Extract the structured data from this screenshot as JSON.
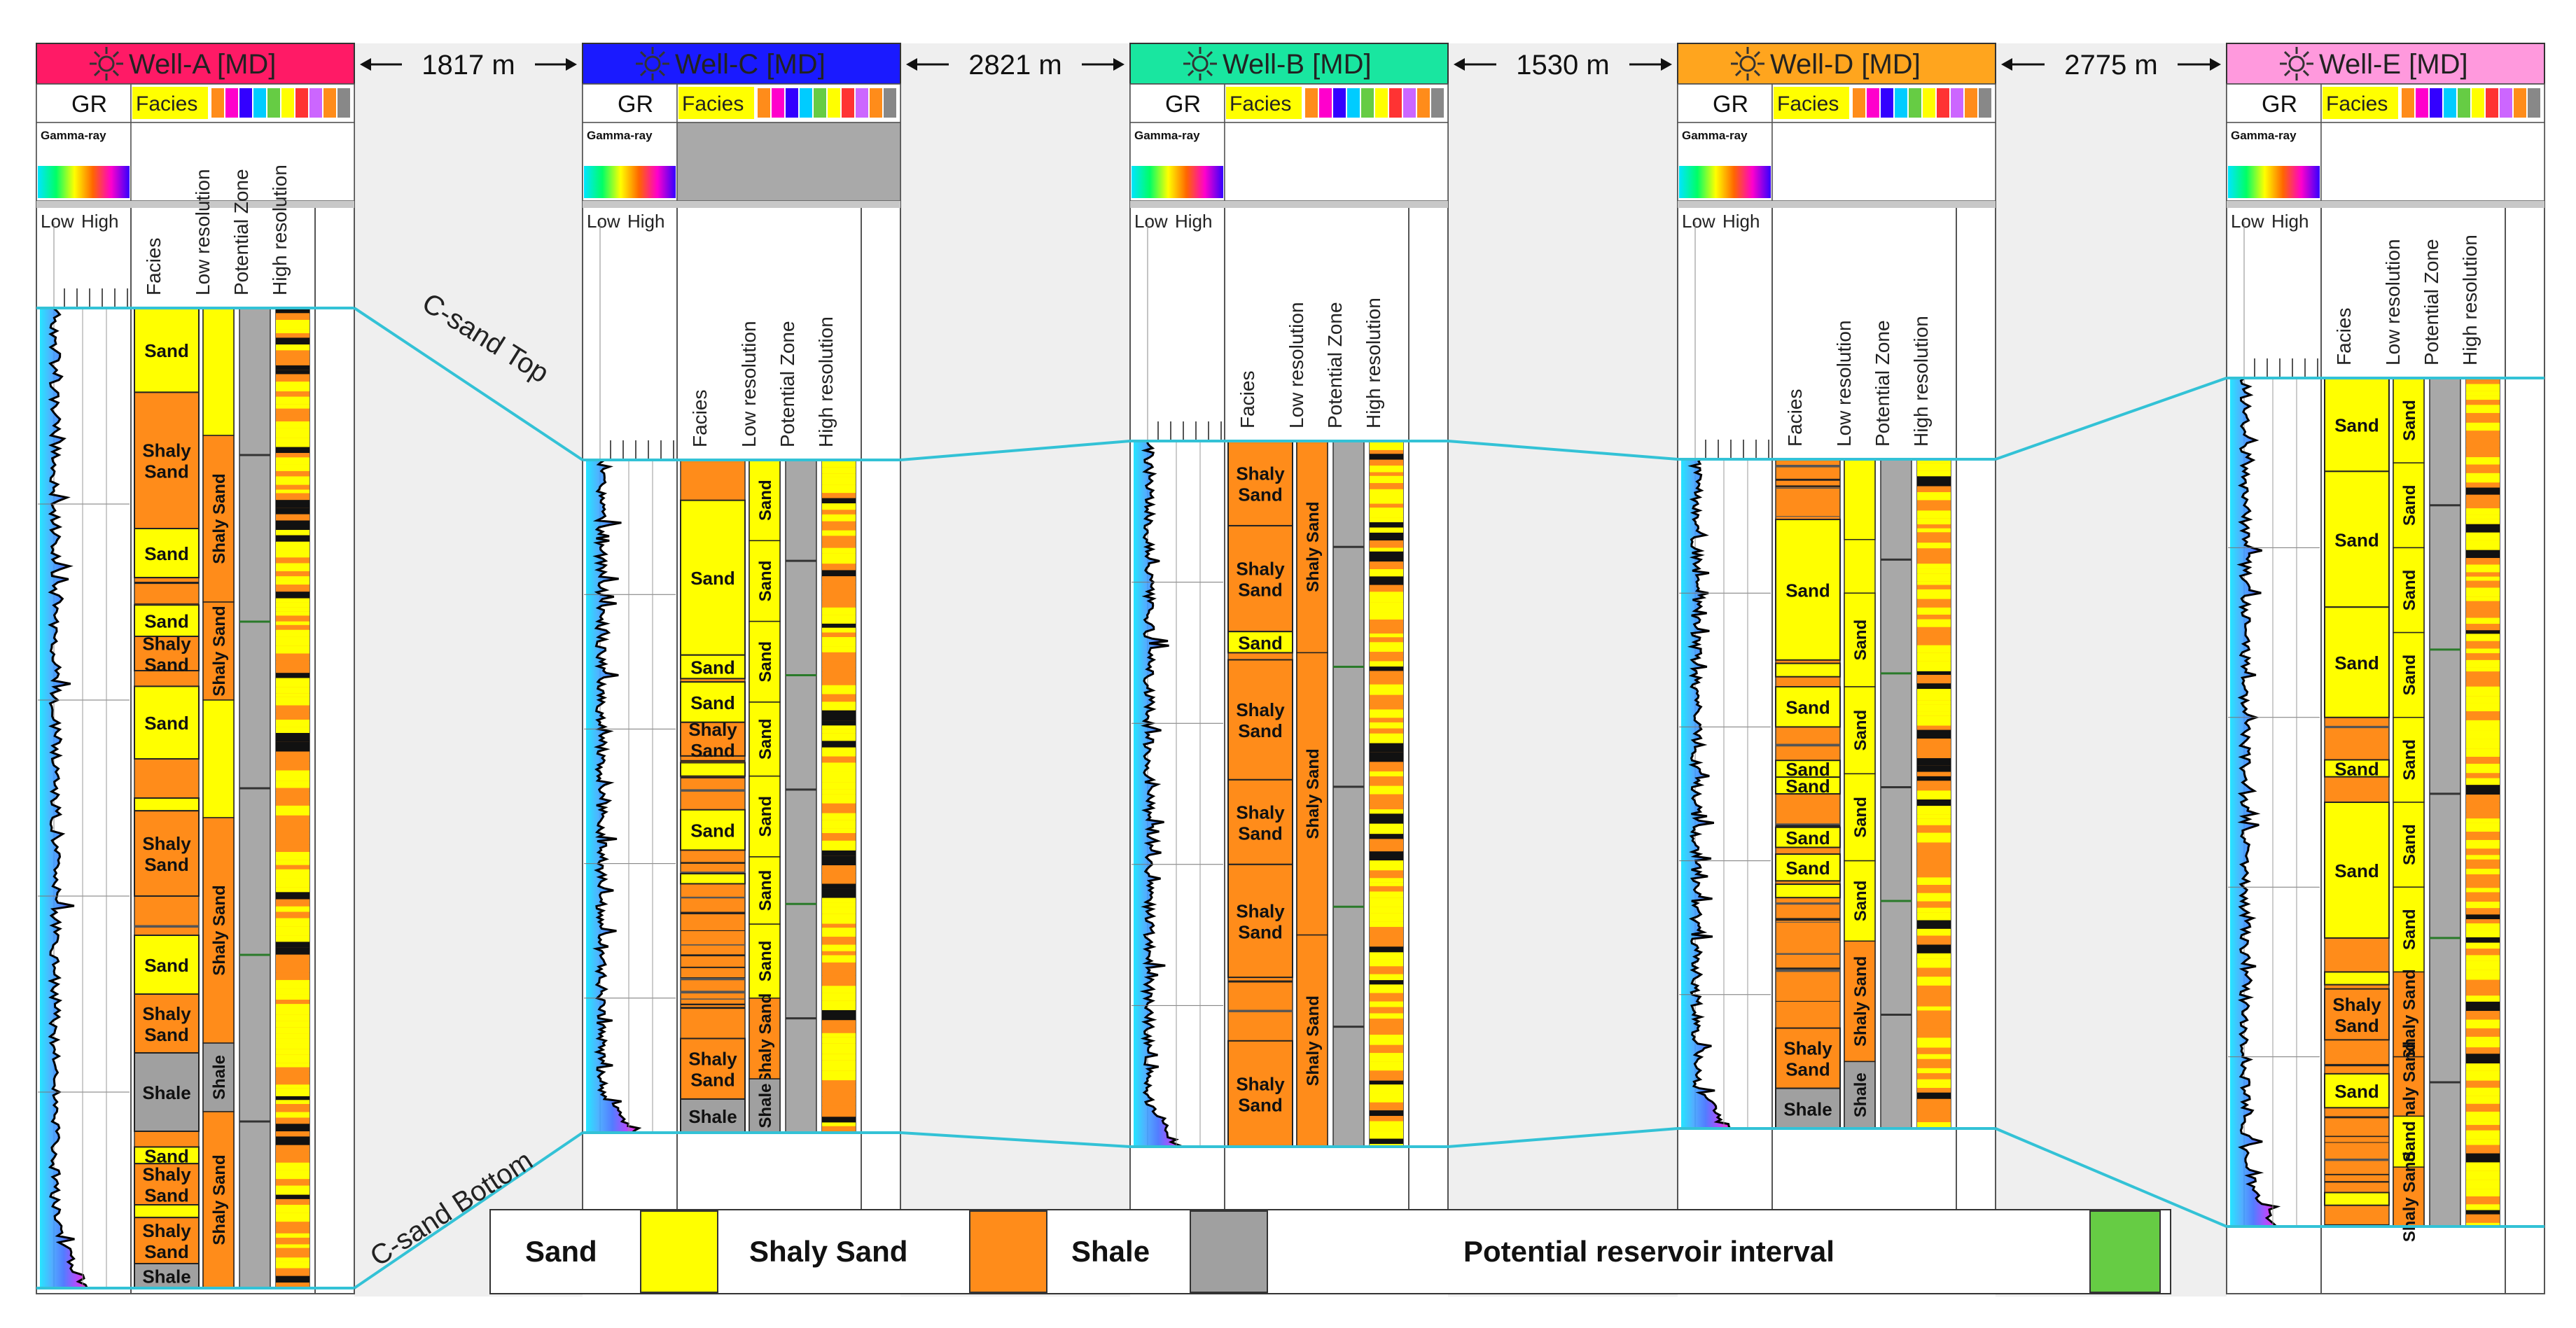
{
  "wells": [
    {
      "title": "Well-A [MD]",
      "header_color": "#ff1a66",
      "gr_label": "GR",
      "facies_label": "Facies",
      "gamma_label": "Gamma-ray",
      "scale_low": "Low",
      "scale_high": "High",
      "track_labels": [
        "Facies",
        "Low resolution",
        "Potential Zone",
        "High resolution"
      ],
      "facies": [
        {
          "name": "Sand",
          "top": 0.0,
          "bottom": 0.086
        },
        {
          "name": "Shaly Sand",
          "top": 0.086,
          "bottom": 0.225
        },
        {
          "name": "Sand",
          "top": 0.225,
          "bottom": 0.275
        },
        {
          "name": "Sand",
          "top": 0.303,
          "bottom": 0.335
        },
        {
          "name": "Shaly Sand",
          "top": 0.335,
          "bottom": 0.37
        },
        {
          "name": "Sand",
          "top": 0.386,
          "bottom": 0.46
        },
        {
          "name": "Sand",
          "top": 0.5,
          "bottom": 0.513
        },
        {
          "name": "Shaly Sand",
          "top": 0.513,
          "bottom": 0.6
        },
        {
          "name": "Sand",
          "top": 0.64,
          "bottom": 0.7
        },
        {
          "name": "Shaly Sand",
          "top": 0.7,
          "bottom": 0.76
        },
        {
          "name": "Shale",
          "top": 0.76,
          "bottom": 0.84
        },
        {
          "name": "Sand",
          "top": 0.856,
          "bottom": 0.873
        },
        {
          "name": "Shaly Sand",
          "top": 0.873,
          "bottom": 0.915
        },
        {
          "name": "Sand",
          "top": 0.915,
          "bottom": 0.928
        },
        {
          "name": "Shaly Sand",
          "top": 0.928,
          "bottom": 0.975
        },
        {
          "name": "Shale",
          "top": 0.975,
          "bottom": 1.0
        }
      ],
      "lowres": [
        {
          "name": "",
          "top": 0.0,
          "bottom": 0.13
        },
        {
          "name": "Shaly Sand",
          "top": 0.13,
          "bottom": 0.3
        },
        {
          "name": "Shaly Sand",
          "top": 0.3,
          "bottom": 0.4
        },
        {
          "name": "",
          "top": 0.4,
          "bottom": 0.52
        },
        {
          "name": "Shaly Sand",
          "top": 0.52,
          "bottom": 0.75
        },
        {
          "name": "Shale",
          "top": 0.75,
          "bottom": 0.82
        },
        {
          "name": "Shaly Sand",
          "top": 0.82,
          "bottom": 1.0
        }
      ]
    },
    {
      "title": "Well-C [MD]",
      "header_color": "#1a1aff",
      "gr_label": "GR",
      "facies_label": "Facies",
      "gamma_label": "Gamma-ray",
      "scale_low": "Low",
      "scale_high": "High",
      "track_labels": [
        "Facies",
        "Low resolution",
        "Potential Zone",
        "High resolution"
      ],
      "facies": [
        {
          "name": "Sand",
          "top": 0.06,
          "bottom": 0.29
        },
        {
          "name": "Sand",
          "top": 0.29,
          "bottom": 0.325
        },
        {
          "name": "Sand",
          "top": 0.33,
          "bottom": 0.39
        },
        {
          "name": "Shaly Sand",
          "top": 0.39,
          "bottom": 0.44
        },
        {
          "name": "Sand",
          "top": 0.45,
          "bottom": 0.47
        },
        {
          "name": "Sand",
          "top": 0.52,
          "bottom": 0.58
        },
        {
          "name": "Sand",
          "top": 0.615,
          "bottom": 0.63
        },
        {
          "name": "Shaly Sand",
          "top": 0.86,
          "bottom": 0.95
        },
        {
          "name": "Shale",
          "top": 0.95,
          "bottom": 1.0
        }
      ],
      "lowres": [
        {
          "name": "Sand",
          "top": 0.0,
          "bottom": 0.12
        },
        {
          "name": "Sand",
          "top": 0.12,
          "bottom": 0.24
        },
        {
          "name": "Sand",
          "top": 0.24,
          "bottom": 0.36
        },
        {
          "name": "Sand",
          "top": 0.36,
          "bottom": 0.47
        },
        {
          "name": "Sand",
          "top": 0.47,
          "bottom": 0.59
        },
        {
          "name": "Sand",
          "top": 0.59,
          "bottom": 0.69
        },
        {
          "name": "Sand",
          "top": 0.69,
          "bottom": 0.8
        },
        {
          "name": "Shaly Sand",
          "top": 0.8,
          "bottom": 0.92
        },
        {
          "name": "Shale",
          "top": 0.92,
          "bottom": 1.0
        }
      ]
    },
    {
      "title": "Well-B [MD]",
      "header_color": "#19e6a0",
      "gr_label": "GR",
      "facies_label": "Facies",
      "gamma_label": "Gamma-ray",
      "scale_low": "Low",
      "scale_high": "High",
      "track_labels": [
        "Facies",
        "Low resolution",
        "Potential Zone",
        "High resolution"
      ],
      "facies": [
        {
          "name": "Shaly Sand",
          "top": 0.0,
          "bottom": 0.12
        },
        {
          "name": "Shaly Sand",
          "top": 0.12,
          "bottom": 0.27
        },
        {
          "name": "Sand",
          "top": 0.27,
          "bottom": 0.3
        },
        {
          "name": "Shaly Sand",
          "top": 0.31,
          "bottom": 0.48
        },
        {
          "name": "Shaly Sand",
          "top": 0.48,
          "bottom": 0.6
        },
        {
          "name": "Shaly Sand",
          "top": 0.6,
          "bottom": 0.76
        },
        {
          "name": "Shaly Sand",
          "top": 0.85,
          "bottom": 1.0
        }
      ],
      "lowres": [
        {
          "name": "Shaly Sand",
          "top": 0.0,
          "bottom": 0.3
        },
        {
          "name": "Shaly Sand",
          "top": 0.3,
          "bottom": 0.7
        },
        {
          "name": "Shaly Sand",
          "top": 0.7,
          "bottom": 1.0
        }
      ]
    },
    {
      "title": "Well-D [MD]",
      "header_color": "#ffa51e",
      "gr_label": "GR",
      "facies_label": "Facies",
      "gamma_label": "Gamma-ray",
      "scale_low": "Low",
      "scale_high": "High",
      "track_labels": [
        "Facies",
        "Low resolution",
        "Potential Zone",
        "High resolution"
      ],
      "facies": [
        {
          "name": "Sand",
          "top": 0.09,
          "bottom": 0.3
        },
        {
          "name": "Sand",
          "top": 0.305,
          "bottom": 0.325
        },
        {
          "name": "Sand",
          "top": 0.34,
          "bottom": 0.4
        },
        {
          "name": "Sand",
          "top": 0.45,
          "bottom": 0.475
        },
        {
          "name": "Sand",
          "top": 0.475,
          "bottom": 0.5
        },
        {
          "name": "Sand",
          "top": 0.55,
          "bottom": 0.58
        },
        {
          "name": "Sand",
          "top": 0.59,
          "bottom": 0.63
        },
        {
          "name": "Sand",
          "top": 0.635,
          "bottom": 0.655
        },
        {
          "name": "Shaly Sand",
          "top": 0.85,
          "bottom": 0.94
        },
        {
          "name": "Shale",
          "top": 0.94,
          "bottom": 1.0
        }
      ],
      "lowres": [
        {
          "name": "",
          "top": 0.0,
          "bottom": 0.12
        },
        {
          "name": "Sand",
          "top": 0.2,
          "bottom": 0.34
        },
        {
          "name": "Sand",
          "top": 0.34,
          "bottom": 0.47
        },
        {
          "name": "Sand",
          "top": 0.47,
          "bottom": 0.6
        },
        {
          "name": "Sand",
          "top": 0.6,
          "bottom": 0.72
        },
        {
          "name": "Shaly Sand",
          "top": 0.72,
          "bottom": 0.9
        },
        {
          "name": "Shale",
          "top": 0.9,
          "bottom": 1.0
        }
      ]
    },
    {
      "title": "Well-E [MD]",
      "header_color": "#ff99dd",
      "gr_label": "GR",
      "facies_label": "Facies",
      "gamma_label": "Gamma-ray",
      "scale_low": "Low",
      "scale_high": "High",
      "track_labels": [
        "Facies",
        "Low resolution",
        "Potential Zone",
        "High resolution"
      ],
      "facies": [
        {
          "name": "Sand",
          "top": 0.0,
          "bottom": 0.11
        },
        {
          "name": "Sand",
          "top": 0.11,
          "bottom": 0.27
        },
        {
          "name": "Sand",
          "top": 0.27,
          "bottom": 0.4
        },
        {
          "name": "Sand",
          "top": 0.45,
          "bottom": 0.47
        },
        {
          "name": "Sand",
          "top": 0.5,
          "bottom": 0.66
        },
        {
          "name": "Sand",
          "top": 0.7,
          "bottom": 0.715
        },
        {
          "name": "Shaly Sand",
          "top": 0.72,
          "bottom": 0.78
        },
        {
          "name": "Sand",
          "top": 0.82,
          "bottom": 0.86
        },
        {
          "name": "Sand",
          "top": 0.96,
          "bottom": 0.975
        }
      ],
      "lowres": [
        {
          "name": "Sand",
          "top": 0.0,
          "bottom": 0.1
        },
        {
          "name": "Sand",
          "top": 0.1,
          "bottom": 0.2
        },
        {
          "name": "Sand",
          "top": 0.2,
          "bottom": 0.3
        },
        {
          "name": "Sand",
          "top": 0.3,
          "bottom": 0.4
        },
        {
          "name": "Sand",
          "top": 0.4,
          "bottom": 0.5
        },
        {
          "name": "Sand",
          "top": 0.5,
          "bottom": 0.6
        },
        {
          "name": "Sand",
          "top": 0.6,
          "bottom": 0.7
        },
        {
          "name": "Shaly Sand",
          "top": 0.7,
          "bottom": 0.8
        },
        {
          "name": "Shaly Sand",
          "top": 0.8,
          "bottom": 0.87
        },
        {
          "name": "Sand",
          "top": 0.87,
          "bottom": 0.93
        },
        {
          "name": "Shaly Sand",
          "top": 0.93,
          "bottom": 1.0
        }
      ]
    }
  ],
  "distances": [
    "1817 m",
    "2821 m",
    "1530 m",
    "2775 m"
  ],
  "correlation_labels": {
    "top": "C-sand Top",
    "bottom": "C-sand Bottom"
  },
  "legend": [
    {
      "label": "Sand",
      "color": "#ffff00"
    },
    {
      "label": "Shaly Sand",
      "color": "#ff8c1a"
    },
    {
      "label": "Shale",
      "color": "#a0a0a0"
    },
    {
      "label": "Potential reservoir interval",
      "color": "#66cc44"
    }
  ],
  "colors": {
    "correlation_line": "#33c2d6",
    "panel_gap": "#efefef",
    "gamma_curve": "#000000"
  }
}
